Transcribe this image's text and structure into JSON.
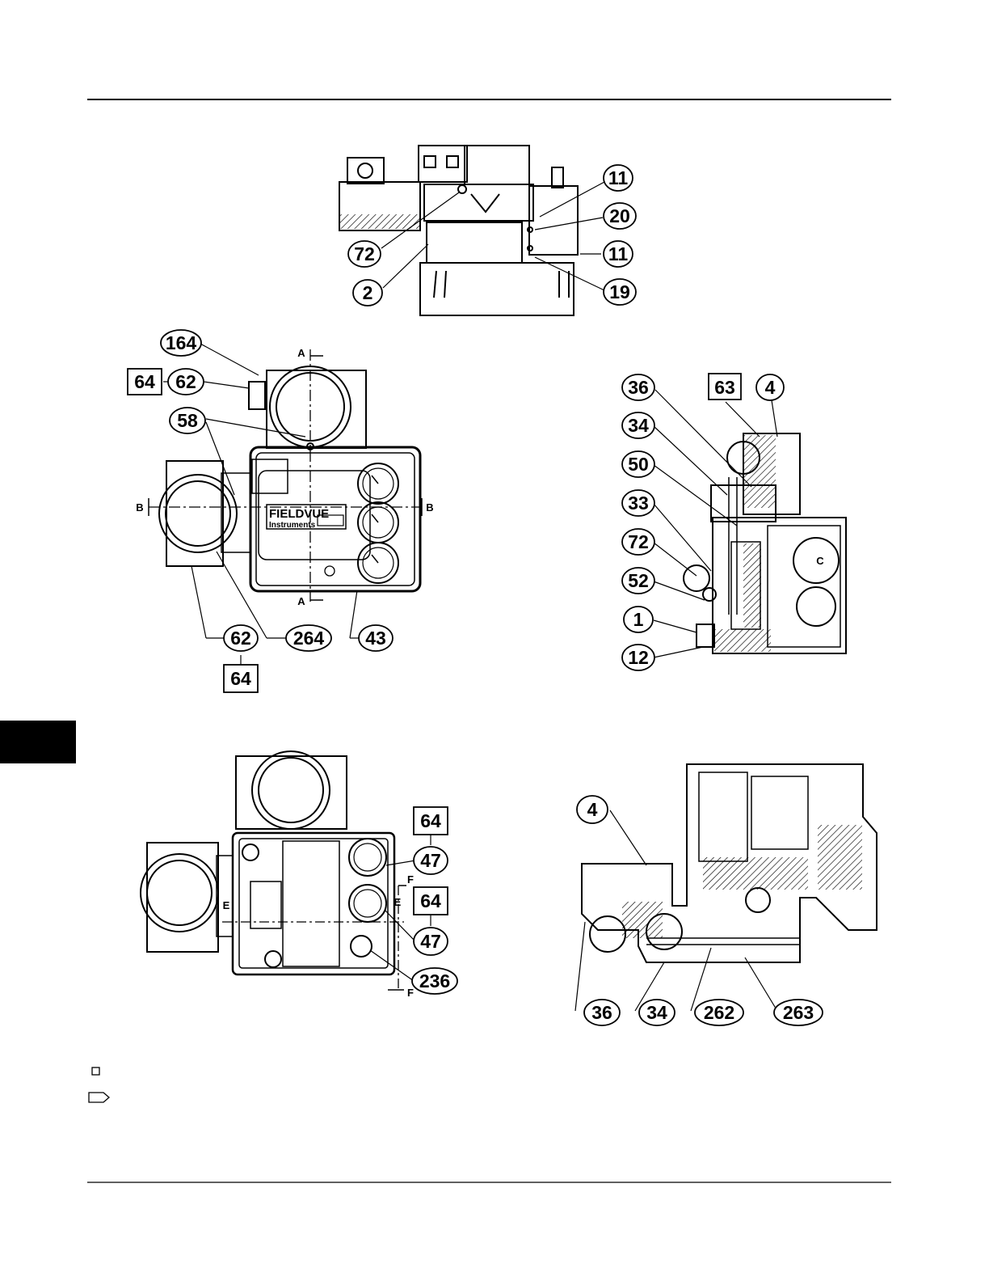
{
  "callouts": {
    "c11a": "11",
    "c20": "20",
    "c11b": "11",
    "c19": "19",
    "c72a": "72",
    "c2": "2",
    "c164": "164",
    "c64a": "64",
    "c62a": "62",
    "c58": "58",
    "c62b": "62",
    "c64b": "64",
    "c264": "264",
    "c43": "43",
    "c36a": "36",
    "c63": "63",
    "c4a": "4",
    "c34a": "34",
    "c50": "50",
    "c33": "33",
    "c72b": "72",
    "c52": "52",
    "c1": "1",
    "c12": "12",
    "c64c": "64",
    "c47a": "47",
    "c64d": "64",
    "c47b": "47",
    "c236": "236",
    "c4b": "4",
    "c36b": "36",
    "c34b": "34",
    "c262": "262",
    "c263": "263"
  },
  "section_marks": {
    "a_top": "A",
    "a_bottom": "A",
    "b_left": "B",
    "b_right": "B",
    "c_mark": "C",
    "e_left": "E",
    "e_right": "E",
    "f_top": "F",
    "f_bottom": "F"
  },
  "nameplate": {
    "brand": "FIELDVUE",
    "sub": "Instruments"
  },
  "colors": {
    "ink": "#000000",
    "paper": "#ffffff",
    "side_tab": "#000000"
  }
}
